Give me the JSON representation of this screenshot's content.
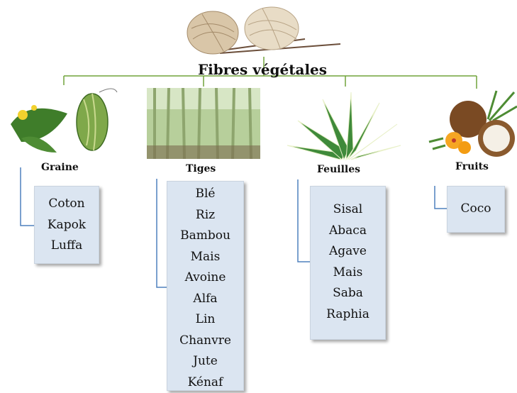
{
  "title": "Fibres végétales",
  "categories": [
    {
      "label": "Graine",
      "items": [
        "Coton",
        "Kapok",
        "Luffa"
      ]
    },
    {
      "label": "Tiges",
      "items": [
        "Blé",
        "Riz",
        "Bambou",
        "Mais",
        "Avoine",
        "Alfa",
        "Lin",
        "Chanvre",
        "Jute",
        "Kénaf"
      ]
    },
    {
      "label": "Feuilles",
      "items": [
        "Sisal",
        "Abaca",
        "Agave",
        "Mais",
        "Saba",
        "Raphia"
      ]
    },
    {
      "label": "Fruits",
      "items": [
        "Coco"
      ]
    }
  ],
  "colors": {
    "tree_lines": "#70a33a",
    "bracket_lines": "#4f81bd",
    "box_fill": "#dbe5f1"
  }
}
